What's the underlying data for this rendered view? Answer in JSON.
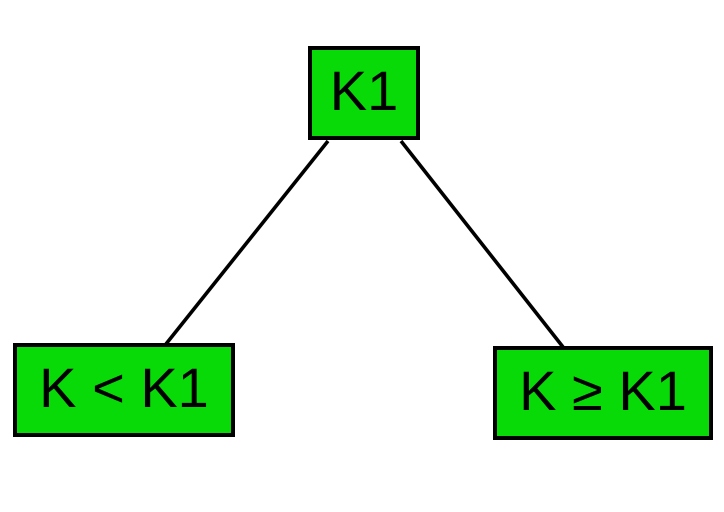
{
  "diagram": {
    "type": "binary-tree",
    "nodes": {
      "root": {
        "label": "K1"
      },
      "left": {
        "label": "K < K1"
      },
      "right": {
        "label": "K ≥ K1"
      }
    },
    "edges": [
      {
        "from": "root",
        "to": "left"
      },
      {
        "from": "root",
        "to": "right"
      }
    ],
    "colors": {
      "node_fill": "#07da07",
      "node_border": "#000000",
      "edge": "#000000",
      "background": "#ffffff",
      "text": "#000000"
    }
  }
}
